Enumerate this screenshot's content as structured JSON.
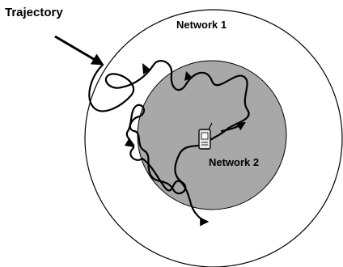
{
  "labels": {
    "trajectory": "Trajectory",
    "network1": "Network 1",
    "network2": "Network 2"
  },
  "icons": {
    "device": "mobile-phone-icon"
  },
  "colors": {
    "background": "#ffffff",
    "network1_fill": "#ffffff",
    "network2_fill": "#a8a8a8",
    "stroke": "#000000"
  }
}
